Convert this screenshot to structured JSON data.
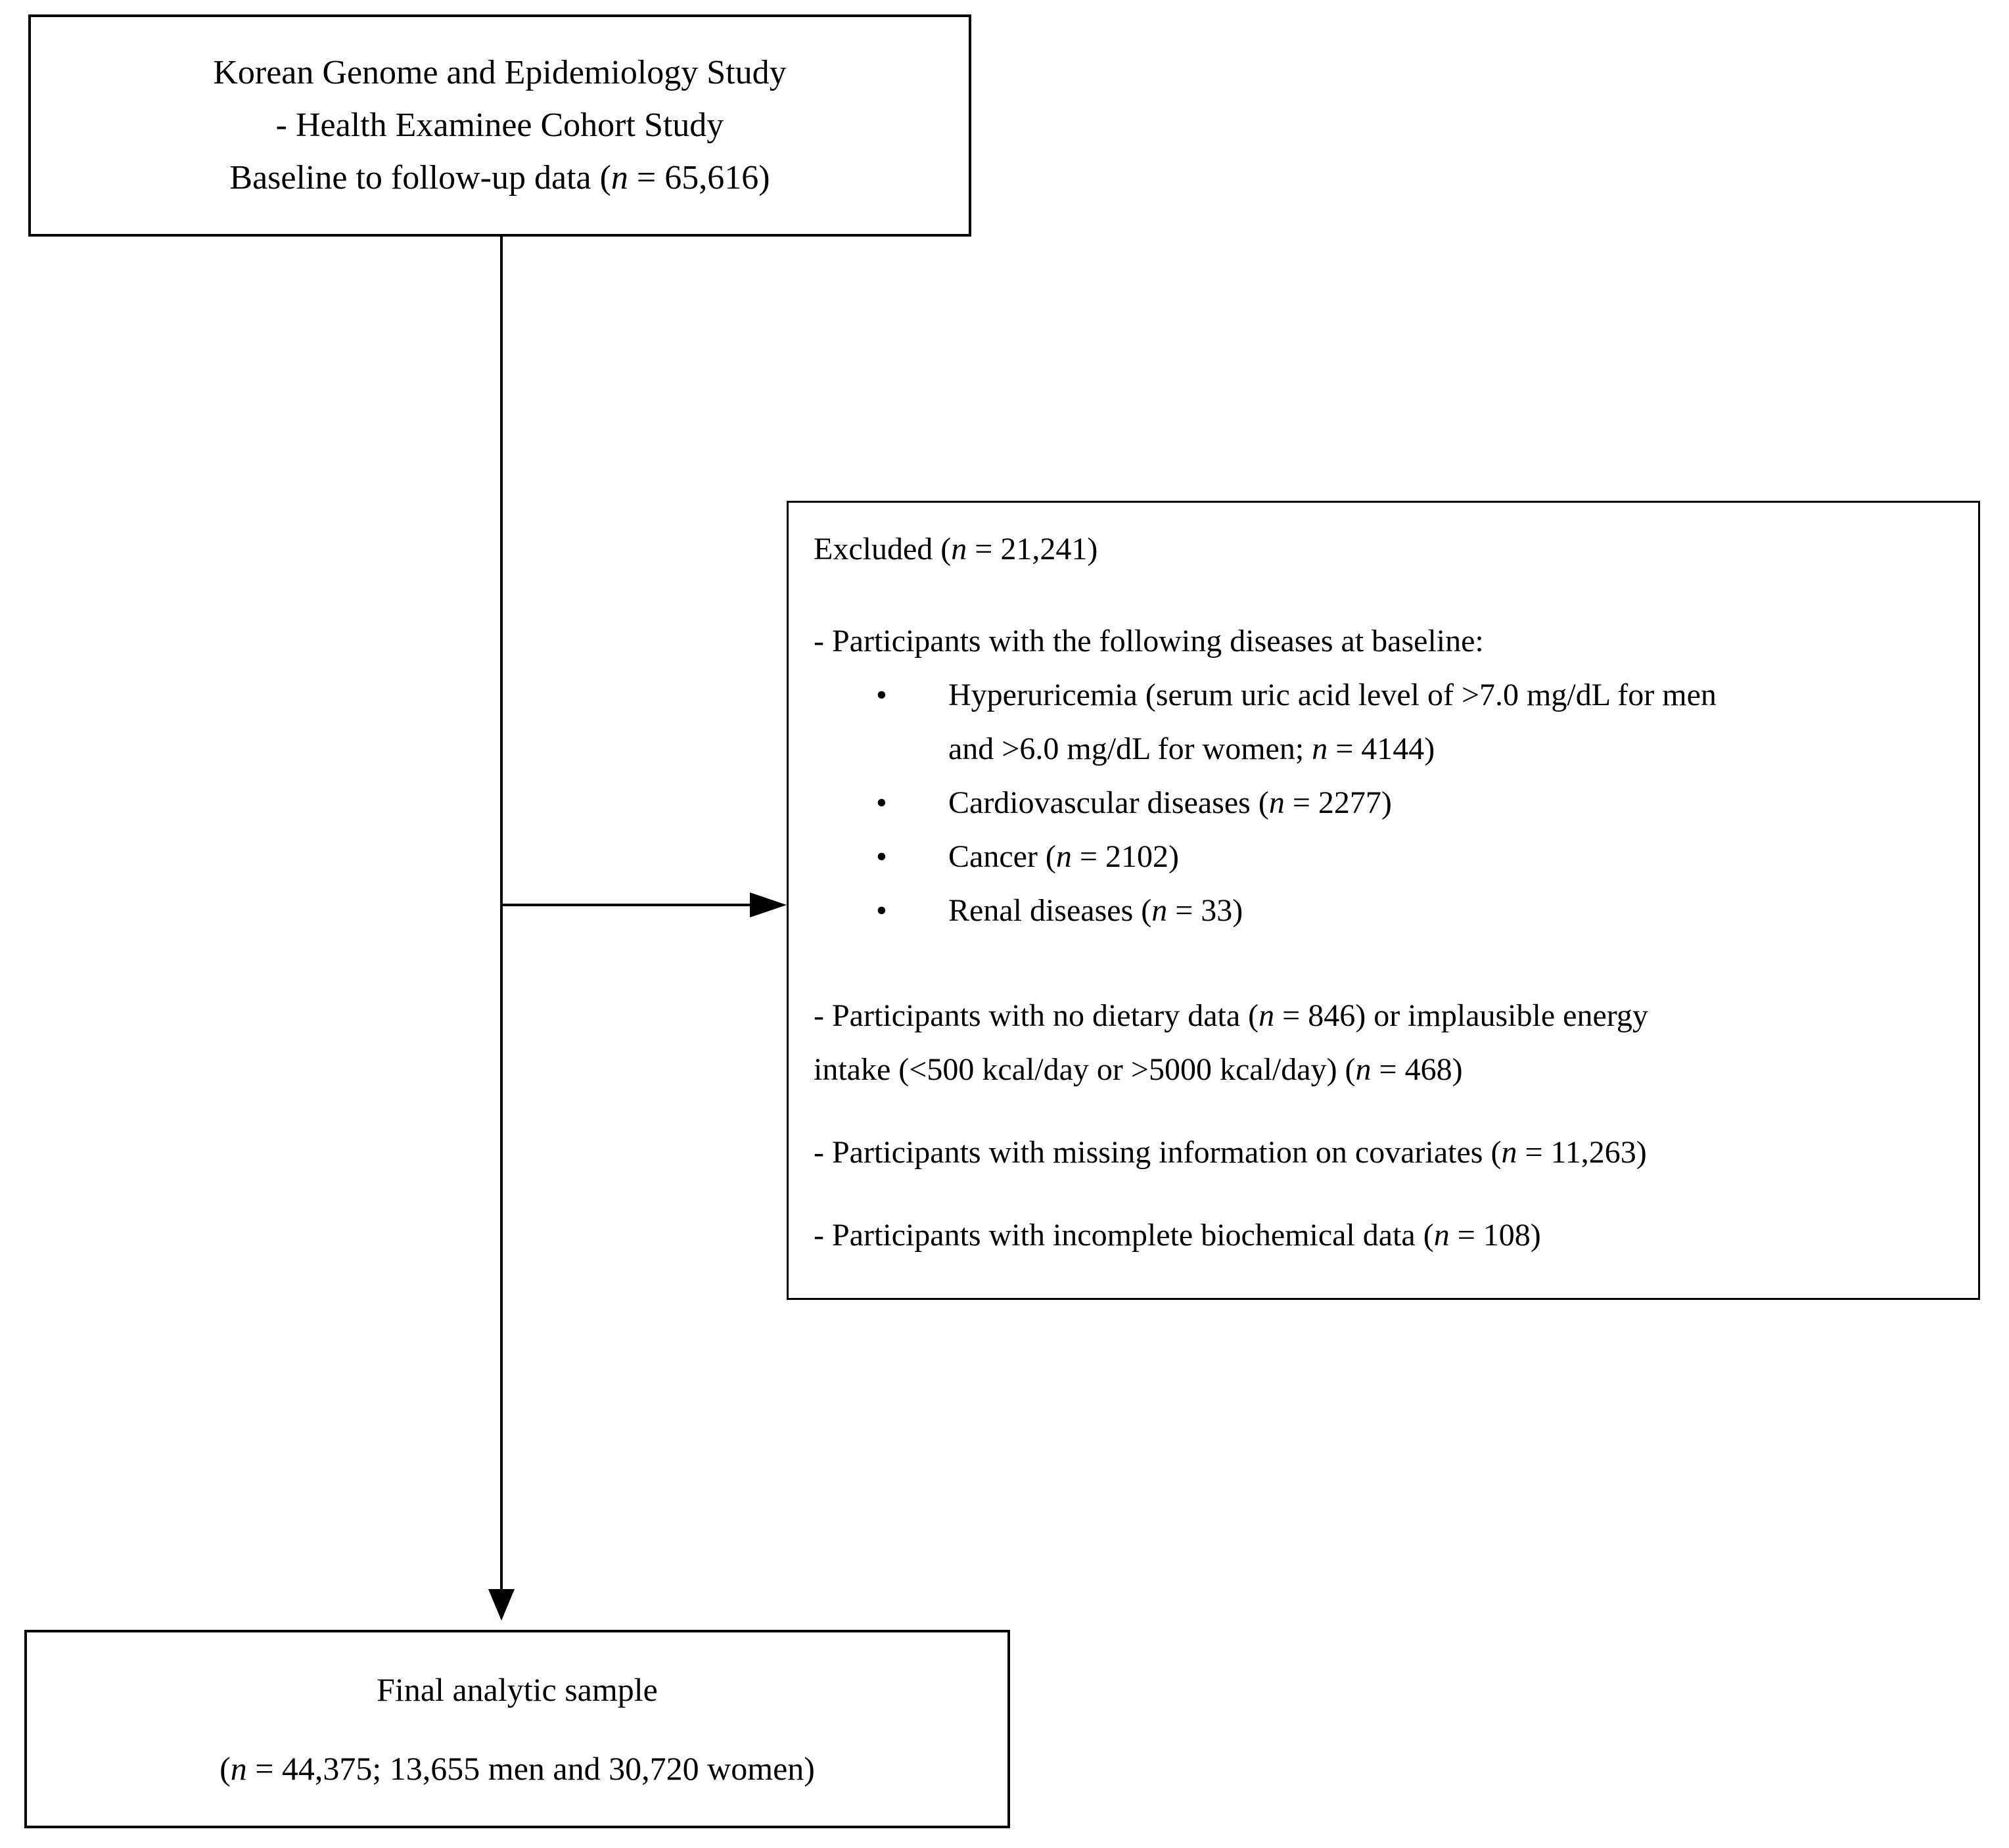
{
  "page": {
    "background": "#ffffff",
    "text_color": "#000000",
    "border_color": "#000000"
  },
  "top_box": {
    "line1": [
      {
        "t": "Korean Genome and Epidemiology Study"
      }
    ],
    "line2": [
      {
        "t": "- Health Examinee Cohort Study"
      }
    ],
    "line3": [
      {
        "t": "Baseline to follow-up data ("
      },
      {
        "t": "n",
        "i": true
      },
      {
        "t": " = 65,616)"
      }
    ]
  },
  "excluded_box": {
    "title": [
      {
        "t": "Excluded ("
      },
      {
        "t": "n",
        "i": true
      },
      {
        "t": " = 21,241)"
      }
    ],
    "diseases_intro": [
      {
        "t": "- Participants with the following diseases at baseline:"
      }
    ],
    "bullet_glyph": "•",
    "hyperuricemia_line1": [
      {
        "t": "Hyperuricemia (serum uric acid level of >7.0 mg/dL for men"
      }
    ],
    "hyperuricemia_line2": [
      {
        "t": "and >6.0 mg/dL for women; "
      },
      {
        "t": "n",
        "i": true
      },
      {
        "t": " = 4144)"
      }
    ],
    "cardiovascular": [
      {
        "t": "Cardiovascular diseases ("
      },
      {
        "t": "n",
        "i": true
      },
      {
        "t": " = 2277)"
      }
    ],
    "cancer": [
      {
        "t": "Cancer ("
      },
      {
        "t": "n",
        "i": true
      },
      {
        "t": " = 2102)"
      }
    ],
    "renal": [
      {
        "t": "Renal diseases ("
      },
      {
        "t": "n",
        "i": true
      },
      {
        "t": " = 33)"
      }
    ],
    "dietary_line1": [
      {
        "t": "- Participants with no dietary data ("
      },
      {
        "t": "n",
        "i": true
      },
      {
        "t": " = 846) or implausible energy"
      }
    ],
    "dietary_line2": [
      {
        "t": "intake (<500 kcal/day or >5000 kcal/day) ("
      },
      {
        "t": "n",
        "i": true
      },
      {
        "t": " = 468)"
      }
    ],
    "covariates": [
      {
        "t": "- Participants with missing information on covariates ("
      },
      {
        "t": "n",
        "i": true
      },
      {
        "t": " = 11,263)"
      }
    ],
    "biochemical": [
      {
        "t": "- Participants with incomplete biochemical data ("
      },
      {
        "t": "n",
        "i": true
      },
      {
        "t": " = 108)"
      }
    ]
  },
  "final_box": {
    "line1": [
      {
        "t": "Final analytic sample"
      }
    ],
    "line2": [
      {
        "t": "("
      },
      {
        "t": "n",
        "i": true
      },
      {
        "t": " = 44,375; 13,655 men and 30,720 women)"
      }
    ]
  }
}
